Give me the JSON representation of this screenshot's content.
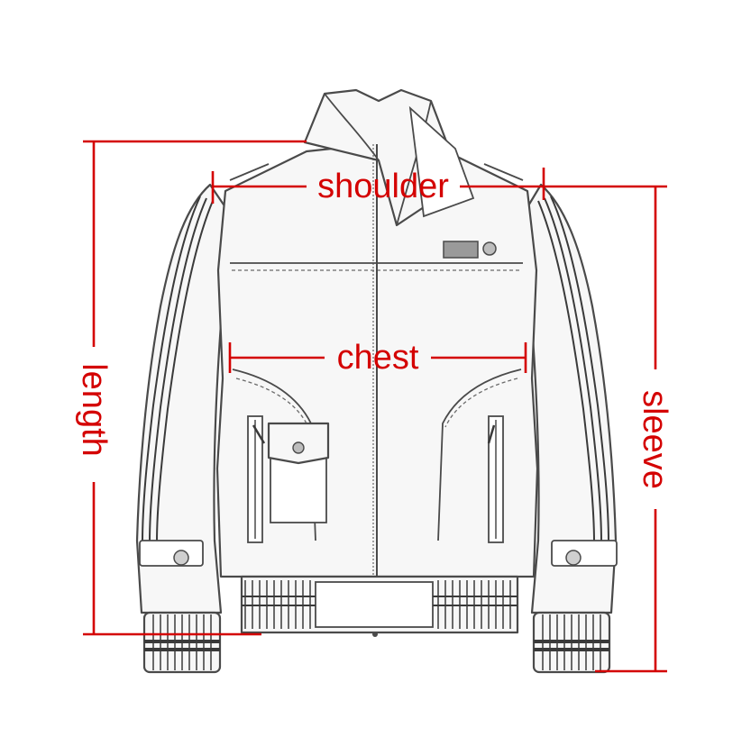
{
  "diagram": {
    "subject": "jacket-size-chart",
    "accent_color": "#d40000",
    "labels": {
      "shoulder": "shoulder",
      "chest": "chest",
      "length": "length",
      "sleeve": "sleeve"
    }
  }
}
